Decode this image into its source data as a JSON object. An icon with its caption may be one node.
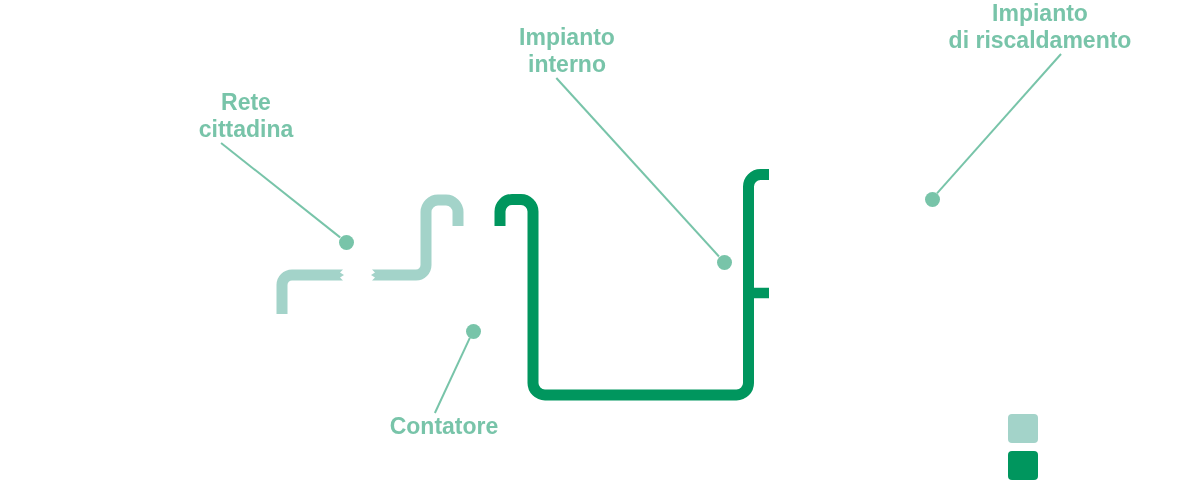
{
  "diagram": {
    "nodes": [
      {
        "text": [
          "Rete cittadina"
        ]
      },
      {
        "text": [],
        "shape": "circle"
      },
      {
        "text": [
          "Impianto interno"
        ]
      },
      {
        "text": [],
        "shape": "circle"
      },
      {
        "text": [
          "Impianto di riscaldamento"
        ]
      },
      {
        "text": [],
        "shape": "circle"
      },
      {
        "text": [
          "Contatore"
        ]
      },
      {
        "text": [],
        "shape": "circle"
      }
    ],
    "edges": [
      {
        "from": 0,
        "to": 1,
        "arrow": "none"
      },
      {
        "from": 2,
        "to": 3,
        "arrow": "none"
      },
      {
        "from": 4,
        "to": 5,
        "arrow": "none"
      },
      {
        "from": 6,
        "to": 7,
        "arrow": "none"
      }
    ]
  }
}
